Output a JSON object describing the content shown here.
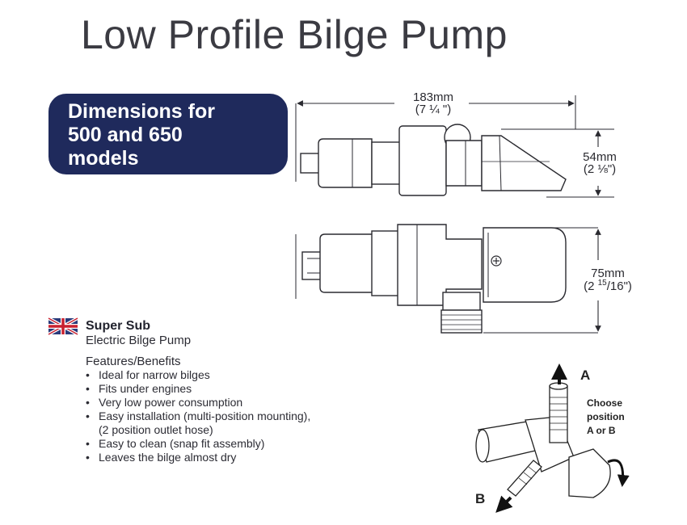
{
  "title": "Low Profile Bilge Pump",
  "badge": {
    "line1": "Dimensions for",
    "line2": "500 and 650",
    "line3": "models"
  },
  "dimensions": {
    "length_mm": "183mm",
    "length_in": "(7 ¼  \")",
    "height_mm": "54mm",
    "height_in": "(2 ⅛\")",
    "depth_mm": "75mm",
    "depth_in_whole": "(2 ",
    "depth_in_frac": "15",
    "depth_in_rest": "/16\")"
  },
  "product": {
    "name": "Super Sub",
    "subtitle": "Electric Bilge Pump",
    "features_title": "Features/Benefits",
    "features": [
      "Ideal for narrow bilges",
      "Fits under engines",
      "Very low power consumption",
      "Easy installation (multi-position mounting),",
      "(2 position outlet hose)",
      "Easy to clean (snap fit assembly)",
      "Leaves the bilge almost dry"
    ]
  },
  "outlet_diagram": {
    "label_a": "A",
    "label_b": "B",
    "choose_line1": "Choose",
    "choose_line2": "position",
    "choose_line3": "A or B"
  },
  "colors": {
    "badge_bg": "#1f2a5c",
    "line": "#2a2a30"
  },
  "icons": [
    "uk-flag-icon",
    "arrow-up-icon",
    "arrow-down-left-icon",
    "rotate-arrow-icon",
    "plus-screw-icon"
  ]
}
